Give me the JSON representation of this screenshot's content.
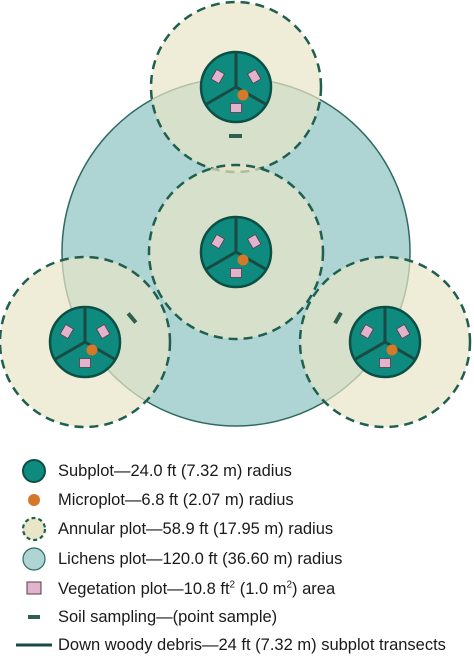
{
  "diagram": {
    "colors": {
      "lichens_fill": "#aed4d4",
      "lichens_stroke": "#2f6b60",
      "annular_fill": "#e8e6c6",
      "annular_stroke": "#1f5f4f",
      "subplot_fill": "#0e8b7e",
      "subplot_stroke": "#0b4f45",
      "microplot_fill": "#d4782a",
      "vegetation_fill": "#e2b3cc",
      "vegetation_stroke": "#5a3a4c",
      "transect": "#1a4a44",
      "soil_mark": "#2f5f4f"
    }
  },
  "legend": {
    "subplot": "Subplot—24.0 ft (7.32 m) radius",
    "microplot": "Microplot—6.8 ft (2.07 m) radius",
    "annular": "Annular plot—58.9 ft (17.95 m) radius",
    "lichens": "Lichens plot—120.0 ft (36.60 m) radius",
    "vegetation_pre": "Vegetation plot—10.8 ft",
    "vegetation_sup1": "2",
    "vegetation_mid": " (1.0 m",
    "vegetation_sup2": "2",
    "vegetation_post": ") area",
    "soil": "Soil sampling—(point sample)",
    "dwd": "Down woody debris—24 ft (7.32 m) subplot transects"
  }
}
